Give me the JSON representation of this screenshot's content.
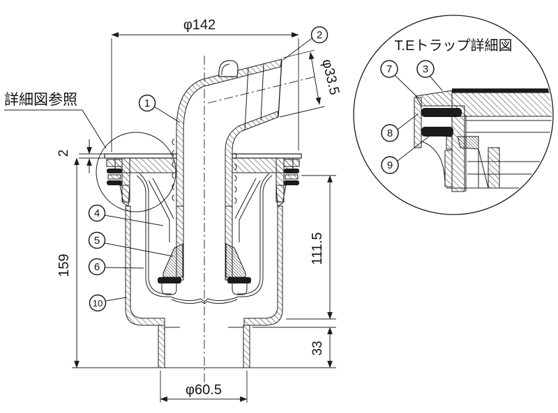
{
  "drawing": {
    "kind": "technical-section-drawing",
    "notes": {
      "see_detail": "詳細図参照",
      "detail_title": "T.Eトラップ詳細図"
    },
    "dims": {
      "flange_dia": "φ142",
      "inlet_dia": "φ33.5",
      "lip_thk": "2",
      "total_h": "159",
      "body_h": "111.5",
      "outlet_h": "33",
      "outlet_dia": "φ60.5"
    },
    "labels": {
      "b1": "1",
      "b2": "2",
      "b3": "3",
      "b4": "4",
      "b5": "5",
      "b6": "6",
      "b7": "7",
      "b8": "8",
      "b9": "9",
      "b10": "10"
    }
  }
}
